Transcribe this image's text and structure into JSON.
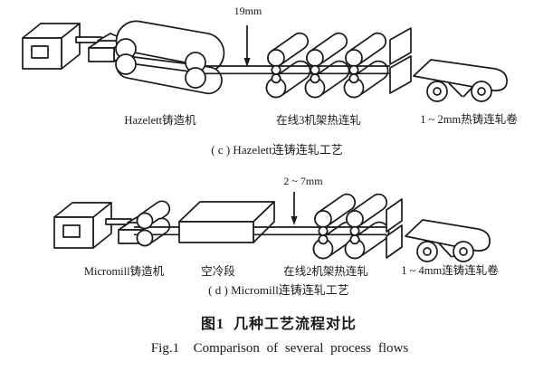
{
  "figure": {
    "background": "#ffffff",
    "line_color": "#1a1a1a",
    "diagram_c": {
      "thickness_annotation": "19mm",
      "caster_label": "Hazelett铸造机",
      "mill_label": "在线3机架热连轧",
      "coil_label": "1 ~ 2mm热铸连轧卷",
      "caption": "( c ) Hazelett连铸连轧工艺"
    },
    "diagram_d": {
      "thickness_annotation": "2 ~ 7mm",
      "caster_label": "Micromill铸造机",
      "cooling_label": "空冷段",
      "mill_label": "在线2机架热连轧",
      "coil_label": "1 ~ 4mm连铸连轧卷",
      "caption": "( d ) Micromill连铸连轧工艺"
    },
    "caption_zh": "图1  几种工艺流程对比",
    "caption_en": "Fig.1  Comparison of several process flows"
  }
}
